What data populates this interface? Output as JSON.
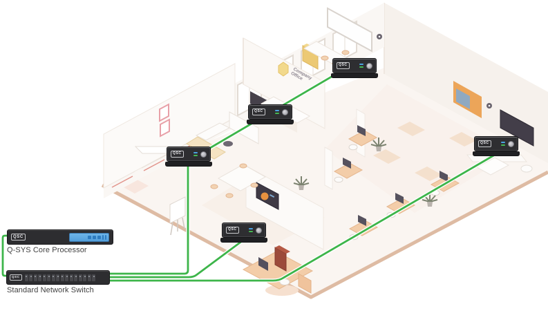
{
  "diagram": {
    "devices": {
      "logo": "QSC",
      "count": 5
    },
    "rack": {
      "core": {
        "logo": "QSC",
        "label": "Q-SYS Core Processor"
      },
      "switch": {
        "logo": "QSC",
        "label": "Standard Network Switch",
        "port_count": 16
      }
    },
    "office": {
      "wall_sign": "Company Office"
    },
    "colors": {
      "cable_green": "#3db54a",
      "device_body": "#2e2e31",
      "core_screen_blue": "#5ba7e2",
      "floor_rim": "#debba3"
    }
  }
}
